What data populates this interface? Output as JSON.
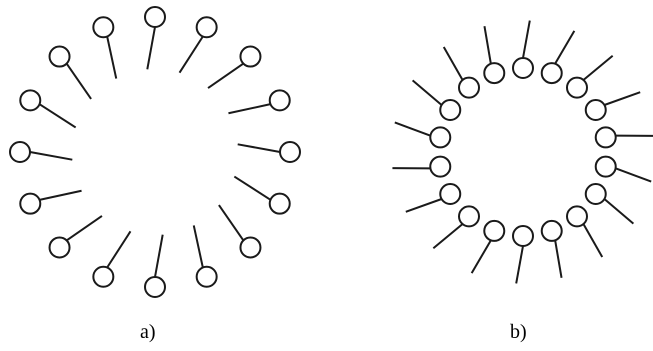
{
  "diagrams": [
    {
      "id": "a",
      "label": "a)",
      "micelle": "normal",
      "molecule_count": 16
    },
    {
      "id": "b",
      "label": "b)",
      "micelle": "reverse",
      "molecule_count": 18
    }
  ],
  "colors": {
    "stroke": "#1a1a1a",
    "fill": "#ffffff"
  }
}
